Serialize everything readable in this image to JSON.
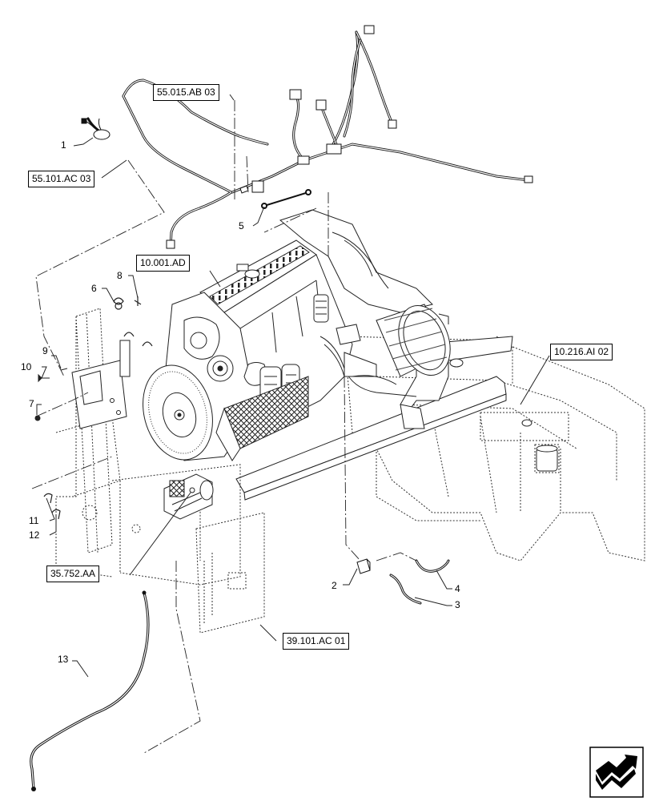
{
  "references": {
    "r55015": "55.015.AB 03",
    "r55101": "55.101.AC 03",
    "r10001": "10.001.AD",
    "r10216": "10.216.AI 02",
    "r35752": "35.752.AA",
    "r39101": "39.101.AC 01"
  },
  "callouts": {
    "c1": "1",
    "c2": "2",
    "c3": "3",
    "c4": "4",
    "c5": "5",
    "c6": "6",
    "c7": "7",
    "c8": "8",
    "c9": "9",
    "c10": "10",
    "c11": "11",
    "c12": "12",
    "c13": "13"
  },
  "icons": {
    "nav": "next-page-arrow-icon"
  }
}
